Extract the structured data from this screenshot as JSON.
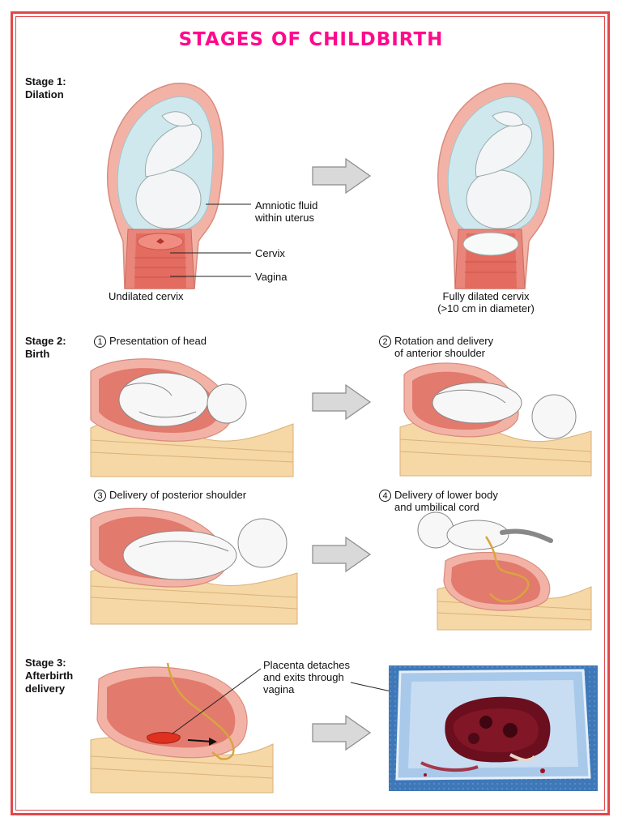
{
  "title": "STAGES OF CHILDBIRTH",
  "stage1": {
    "label": "Stage 1:\nDilation",
    "labels": {
      "amniotic": "Amniotic fluid\nwithin uterus",
      "cervix": "Cervix",
      "vagina": "Vagina",
      "undilated": "Undilated cervix",
      "dilated": "Fully dilated cervix\n(>10 cm in diameter)"
    }
  },
  "stage2": {
    "label": "Stage 2:\nBirth",
    "steps": [
      {
        "num": "1",
        "text": "Presentation of head"
      },
      {
        "num": "2",
        "text": "Rotation and delivery\nof anterior shoulder"
      },
      {
        "num": "3",
        "text": "Delivery of posterior shoulder"
      },
      {
        "num": "4",
        "text": "Delivery of lower body\nand umbilical cord"
      }
    ]
  },
  "stage3": {
    "label": "Stage 3:\nAfterbirth\ndelivery",
    "placenta_label": "Placenta detaches\nand exits through\nvagina"
  },
  "colors": {
    "title": "#ff0a8c",
    "frame": "#e4474a",
    "uterus_wall": "#f2a79a",
    "uterus_inner": "#e27a6d",
    "amniotic": "#cfe8ee",
    "pelvis": "#f6d7a6",
    "arrow": "#d9d9d9",
    "tray": "#9ec3e6",
    "placenta": "#6b0e1e"
  }
}
